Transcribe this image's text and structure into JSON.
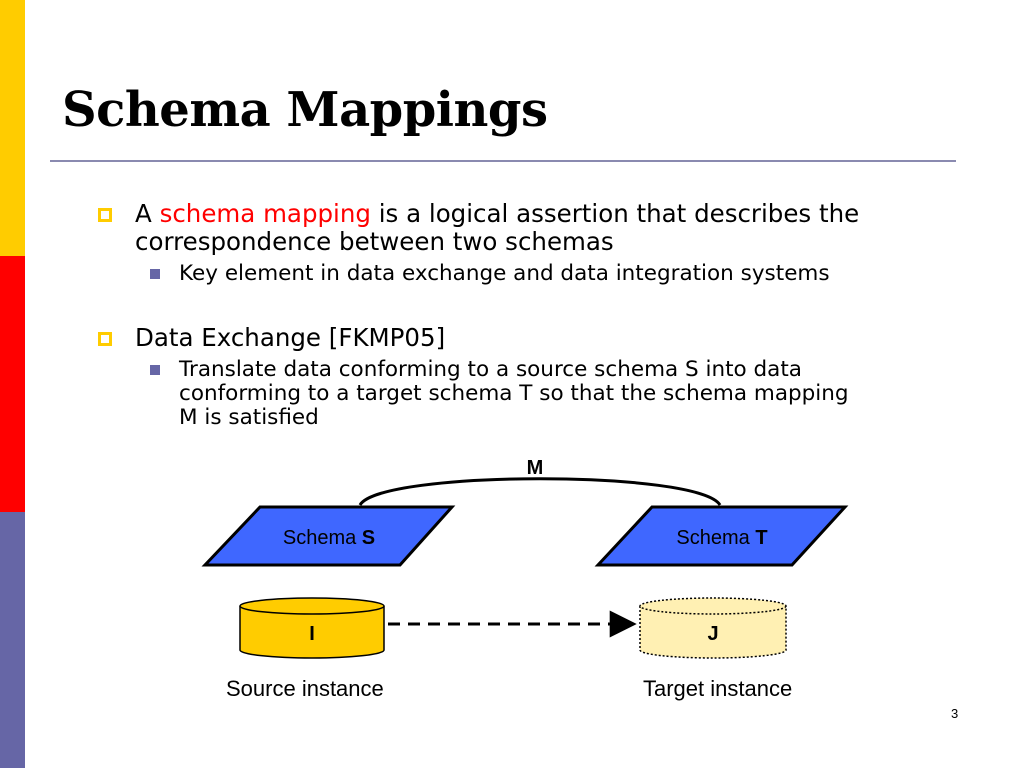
{
  "colors": {
    "accent_yellow": "#ffcc00",
    "accent_red": "#ff0000",
    "accent_purple": "#6666a6",
    "schema_fill": "#3f67ff",
    "source_db_fill": "#ffcc00",
    "target_db_fill": "#fff0b3"
  },
  "slide": {
    "title": "Schema Mappings",
    "page_number": "3"
  },
  "bullets": [
    {
      "prefix": "A ",
      "highlight": "schema mapping",
      "suffix": " is a logical assertion that describes the",
      "line2": "correspondence between two schemas",
      "sub": "Key element in data exchange and data integration systems"
    },
    {
      "text": "Data Exchange [FKMP05]",
      "sub_lines": [
        "Translate data conforming to a source schema S into data",
        "conforming to a target schema T so that the schema mapping",
        "M is satisfied"
      ]
    }
  ],
  "diagram": {
    "mapping_label": "M",
    "schema_source": {
      "prefix": "Schema ",
      "name": "S"
    },
    "schema_target": {
      "prefix": "Schema ",
      "name": "T"
    },
    "instance_source": {
      "label": "I",
      "caption": "Source instance"
    },
    "instance_target": {
      "label": "J",
      "caption": "Target instance"
    }
  }
}
